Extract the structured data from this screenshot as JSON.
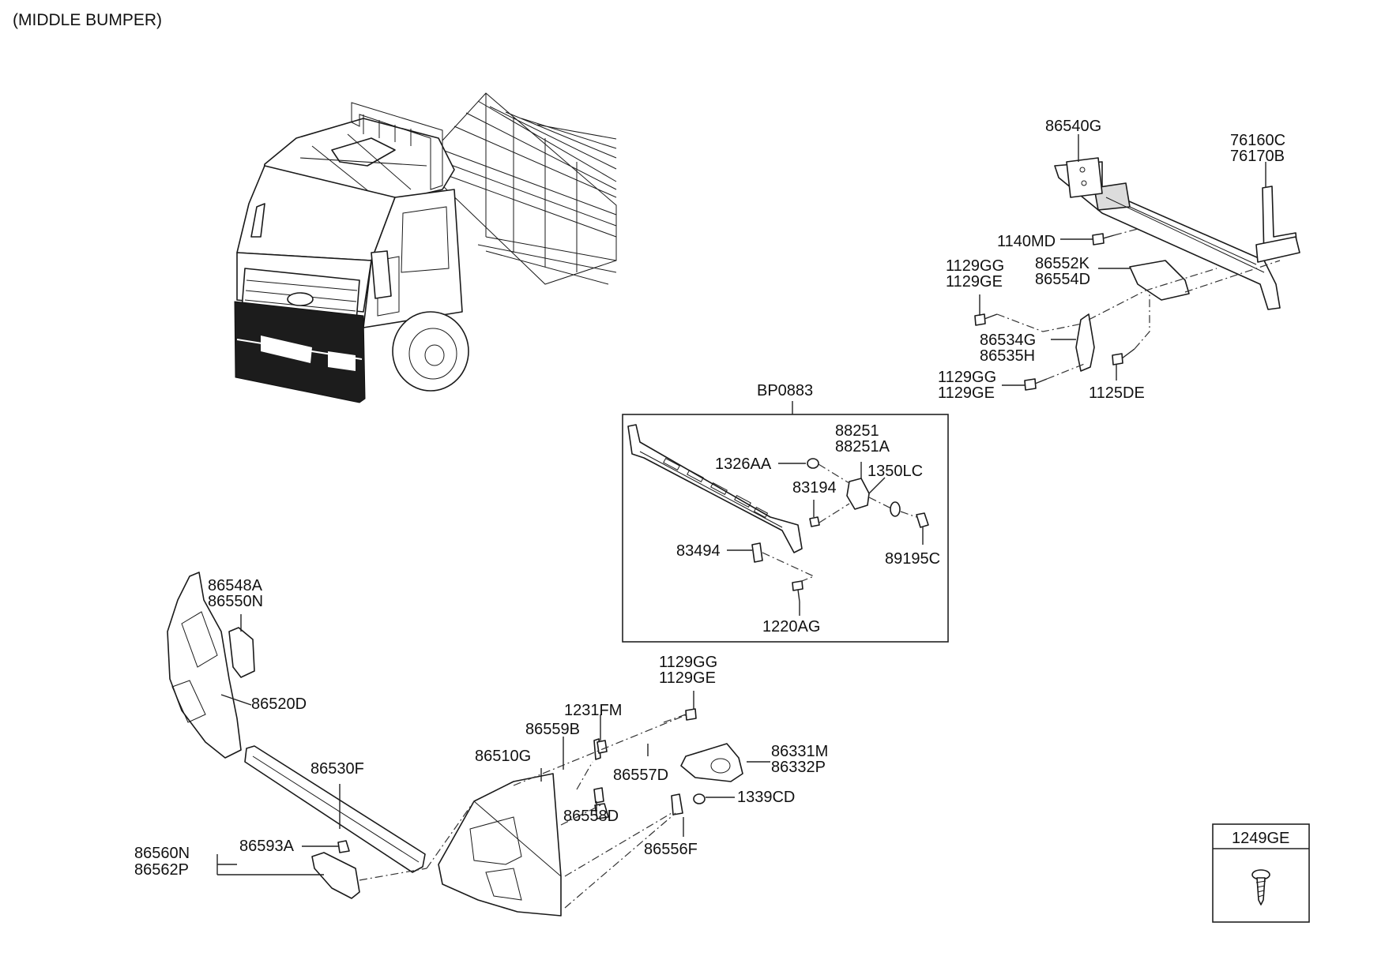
{
  "title": "(MIDDLE BUMPER)",
  "colors": {
    "line": "#222222",
    "background": "#ffffff",
    "highlight": "#1c1c1c"
  },
  "labels": {
    "p86540G": "86540G",
    "p76160C": "76160C",
    "p76170B": "76170B",
    "p1140MD": "1140MD",
    "p1129GG_a": "1129GG",
    "p1129GE_a": "1129GE",
    "p86552K": "86552K",
    "p86554D": "86554D",
    "p86534G": "86534G",
    "p86535H": "86535H",
    "p1129GG_b": "1129GG",
    "p1129GE_b": "1129GE",
    "p1125DE": "1125DE",
    "pBP0883": "BP0883",
    "p88251": "88251",
    "p88251A": "88251A",
    "p1326AA": "1326AA",
    "p1350LC": "1350LC",
    "p83194": "83194",
    "p83494": "83494",
    "p89195C": "89195C",
    "p1220AG": "1220AG",
    "p86548A": "86548A",
    "p86550N": "86550N",
    "p86520D": "86520D",
    "p1129GG_c": "1129GG",
    "p1129GE_c": "1129GE",
    "p1231FM": "1231FM",
    "p86559B": "86559B",
    "p86510G": "86510G",
    "p86557D": "86557D",
    "p86331M": "86331M",
    "p86332P": "86332P",
    "p86530F": "86530F",
    "p86558D": "86558D",
    "p1339CD": "1339CD",
    "p86560N": "86560N",
    "p86562P": "86562P",
    "p86593A": "86593A",
    "p86556F": "86556F",
    "p1249GE": "1249GE"
  }
}
